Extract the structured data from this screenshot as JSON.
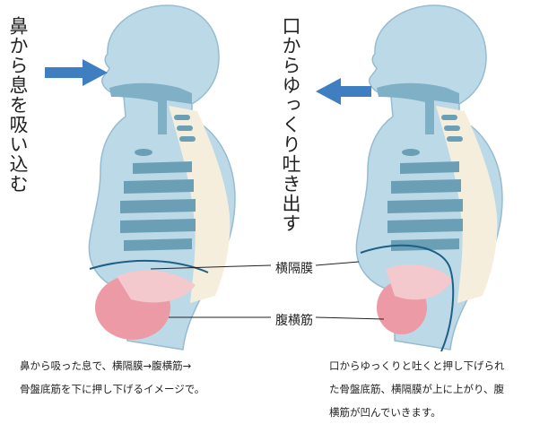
{
  "labels": {
    "inhale": "鼻から息を吸い込む",
    "exhale": "口からゆっくり吐き出す",
    "diaphragm": "横隔膜",
    "transversus": "腹横筋"
  },
  "captions": {
    "left_line1": "鼻から吸った息で、横隔膜→腹横筋→",
    "left_line2": "骨盤底筋を下に押し下げるイメージで。",
    "right_line1": "口からゆっくりと吐くと押し下げられ",
    "right_line2": "た骨盤底筋、横隔膜が上に上がり、腹",
    "right_line3": "横筋が凹んでいきます。"
  },
  "colors": {
    "body": "#bcd9e8",
    "outline": "#97bccf",
    "airway": "#7fb0c6",
    "ribs": "#6b9fb5",
    "spine": "#f6eedd",
    "muscle": "#f3c9cd",
    "belly": "#ec9aa5",
    "arrow": "#3f7fc1",
    "line": "#1e5f86"
  },
  "icons": {
    "inhale_arrow": "arrow-right-icon",
    "exhale_arrow": "arrow-left-icon"
  }
}
